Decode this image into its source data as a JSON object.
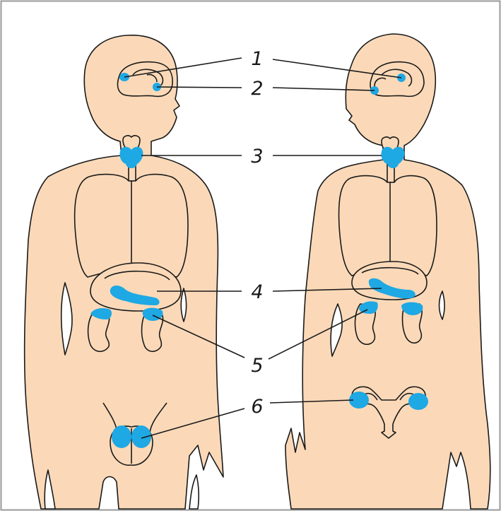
{
  "labels": {
    "l1": "1",
    "l2": "2",
    "l3": "3",
    "l4": "4",
    "l5": "5",
    "l6": "6"
  },
  "colors": {
    "skin": "#fbd9b8",
    "gland": "#1ea8e4",
    "outline": "#1a1a1a",
    "frame": "#9a9a9a"
  }
}
